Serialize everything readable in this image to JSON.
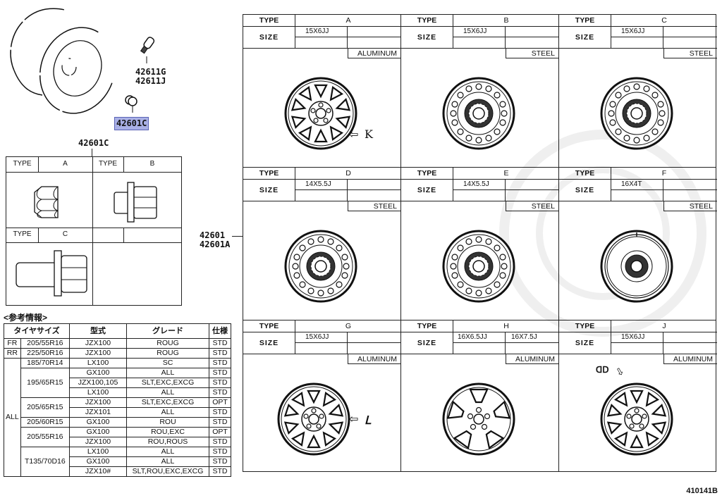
{
  "exploded_view": {
    "part_numbers": {
      "valve": [
        "42611G",
        "42611J"
      ],
      "hub_nut": "42601C",
      "hub_nut_group_label": "42601C",
      "wheel": [
        "42601",
        "42601A"
      ]
    },
    "highlighted_part": "42601C"
  },
  "nut_types": {
    "header_label": "TYPE",
    "cells": [
      {
        "type": "A"
      },
      {
        "type": "B"
      },
      {
        "type": "C"
      },
      {
        "type": ""
      }
    ]
  },
  "reference_info": {
    "title": "<参考情報>",
    "headers": [
      "タイヤサイズ",
      "型式",
      "グレード",
      "仕様"
    ],
    "rows": [
      {
        "pos": "FR",
        "tire": "205/55R16",
        "model": "JZX100",
        "grade": "ROUG",
        "spec": "STD"
      },
      {
        "pos": "RR",
        "tire": "225/50R16",
        "model": "JZX100",
        "grade": "ROUG",
        "spec": "STD"
      },
      {
        "pos": "ALL",
        "tire": "185/70R14",
        "model": "LX100",
        "grade": "SC",
        "spec": "STD"
      },
      {
        "pos": "ALL",
        "tire": "195/65R15",
        "model": "GX100",
        "grade": "ALL",
        "spec": "STD"
      },
      {
        "pos": "ALL",
        "tire": "195/65R15",
        "model": "JZX100,105",
        "grade": "SLT,EXC,EXCG",
        "spec": "STD"
      },
      {
        "pos": "ALL",
        "tire": "195/65R15",
        "model": "LX100",
        "grade": "ALL",
        "spec": "STD"
      },
      {
        "pos": "ALL",
        "tire": "205/65R15",
        "model": "JZX100",
        "grade": "SLT,EXC,EXCG",
        "spec": "OPT"
      },
      {
        "pos": "ALL",
        "tire": "205/65R15",
        "model": "JZX101",
        "grade": "ALL",
        "spec": "STD"
      },
      {
        "pos": "ALL",
        "tire": "205/60R15",
        "model": "GX100",
        "grade": "ROU",
        "spec": "STD"
      },
      {
        "pos": "ALL",
        "tire": "205/55R16",
        "model": "GX100",
        "grade": "ROU,EXC",
        "spec": "OPT"
      },
      {
        "pos": "ALL",
        "tire": "205/55R16",
        "model": "JZX100",
        "grade": "ROU,ROUS",
        "spec": "STD"
      },
      {
        "pos": "ALL",
        "tire": "T135/70D16",
        "model": "LX100",
        "grade": "ALL",
        "spec": "STD"
      },
      {
        "pos": "ALL",
        "tire": "T135/70D16",
        "model": "GX100",
        "grade": "ALL",
        "spec": "STD"
      },
      {
        "pos": "ALL",
        "tire": "T135/70D16",
        "model": "JZX10#",
        "grade": "SLT,ROU,EXC,EXCG",
        "spec": "STD"
      }
    ]
  },
  "wheel_types": {
    "type_label": "TYPE",
    "size_label": "SIZE",
    "items": [
      {
        "type": "A",
        "size1": "15X6JJ",
        "size2": "",
        "material": "ALUMINUM",
        "style": "alloy10",
        "callout": "K"
      },
      {
        "type": "B",
        "size1": "15X6JJ",
        "size2": "",
        "material": "STEEL",
        "style": "steel"
      },
      {
        "type": "C",
        "size1": "15X6JJ",
        "size2": "",
        "material": "STEEL",
        "style": "steel"
      },
      {
        "type": "D",
        "size1": "14X5.5J",
        "size2": "",
        "material": "STEEL",
        "style": "steel"
      },
      {
        "type": "E",
        "size1": "14X5.5J",
        "size2": "",
        "material": "STEEL",
        "style": "steel"
      },
      {
        "type": "F",
        "size1": "16X4T",
        "size2": "",
        "material": "STEEL",
        "style": "spare"
      },
      {
        "type": "G",
        "size1": "15X6JJ",
        "size2": "",
        "material": "ALUMINUM",
        "style": "alloy10",
        "callout": "L"
      },
      {
        "type": "H",
        "size1": "16X6.5JJ",
        "size2": "16X7.5J",
        "material": "ALUMINUM",
        "style": "alloy5"
      },
      {
        "type": "J",
        "size1": "15X6JJ",
        "size2": "",
        "material": "ALUMINUM",
        "style": "alloy10"
      }
    ]
  },
  "diagram_code": "410141B"
}
